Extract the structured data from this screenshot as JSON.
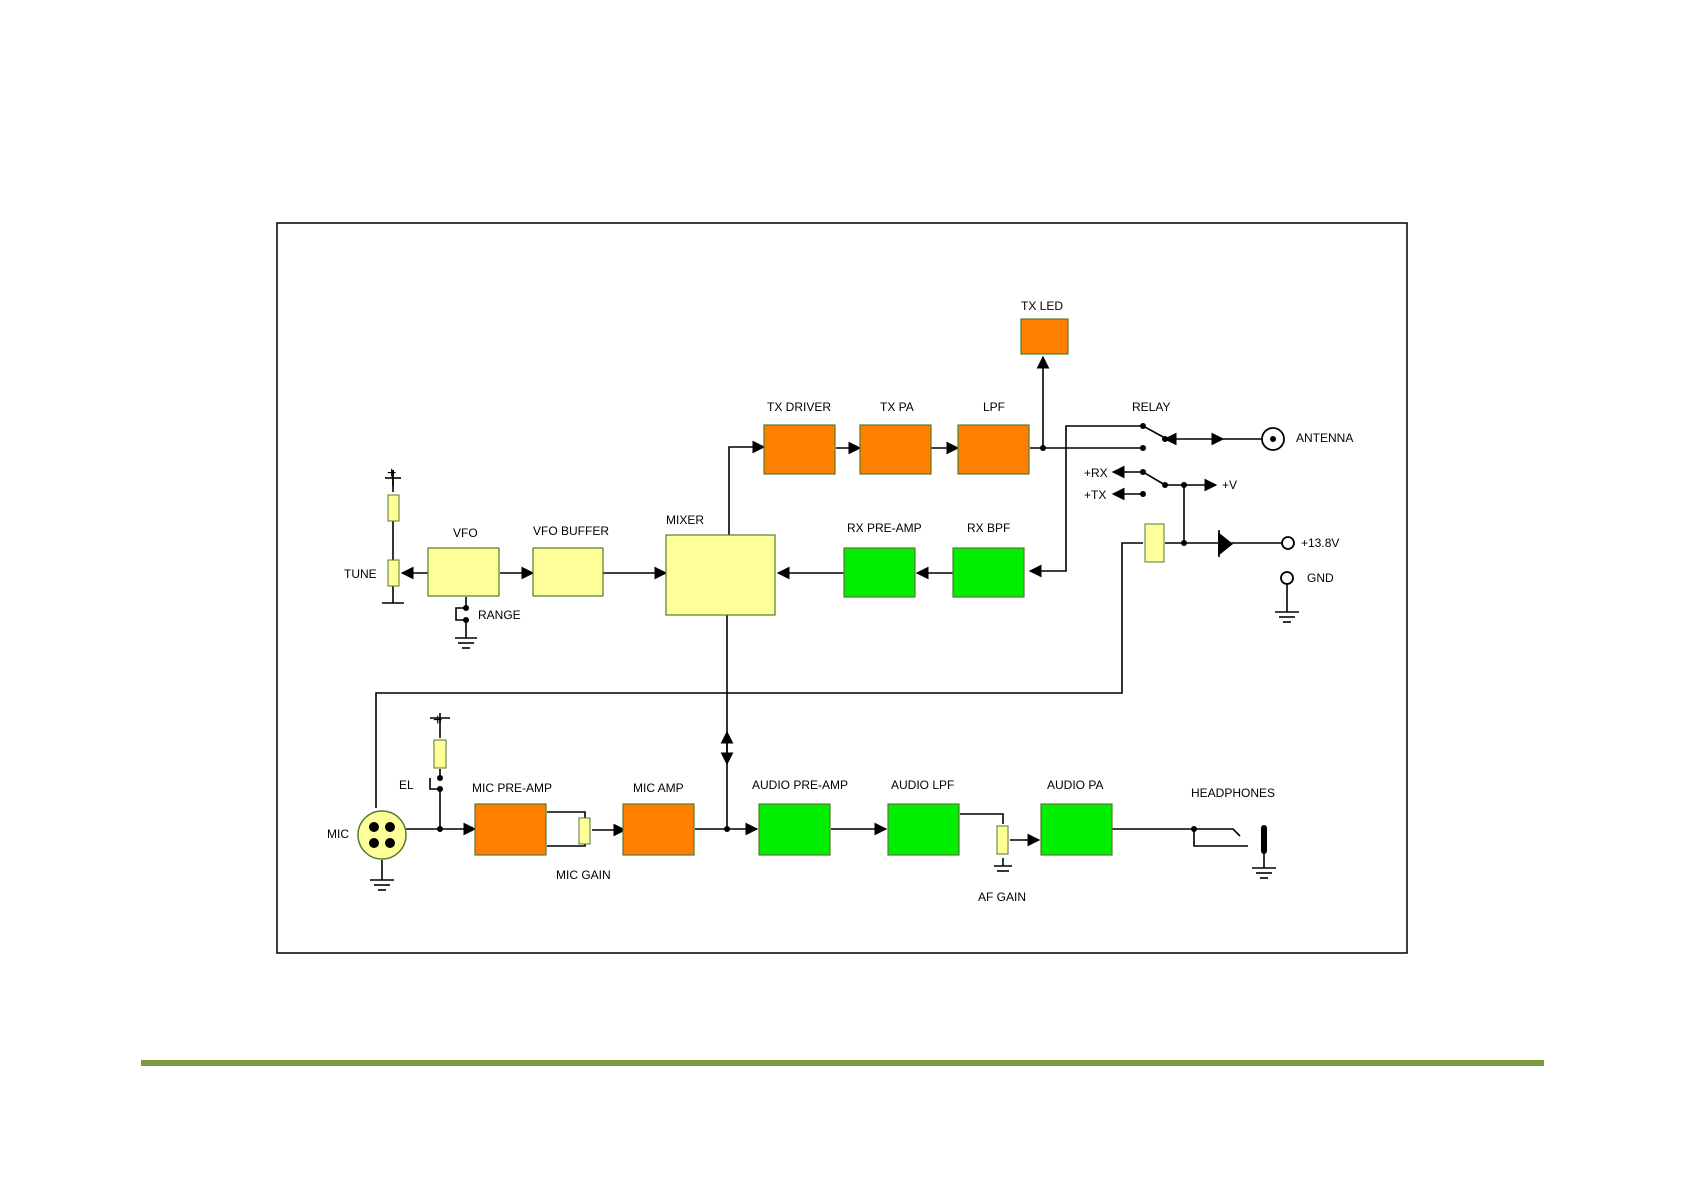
{
  "colors": {
    "tx_block": "#ff8000",
    "rx_block": "#00ee00",
    "common_block": "#ffff99",
    "block_stroke": "#557a2e",
    "footer_rule": "#7a9a3e",
    "frame": "#000000"
  },
  "diagram": {
    "blocks": [
      {
        "id": "vfo",
        "label": "VFO",
        "color": "common"
      },
      {
        "id": "vfo_buffer",
        "label": "VFO BUFFER",
        "color": "common"
      },
      {
        "id": "mixer",
        "label": "MIXER",
        "color": "common"
      },
      {
        "id": "tx_driver",
        "label": "TX DRIVER",
        "color": "tx"
      },
      {
        "id": "tx_pa",
        "label": "TX PA",
        "color": "tx"
      },
      {
        "id": "lpf",
        "label": "LPF",
        "color": "tx"
      },
      {
        "id": "tx_led",
        "label": "TX LED",
        "color": "tx"
      },
      {
        "id": "rx_preamp",
        "label": "RX PRE-AMP",
        "color": "rx"
      },
      {
        "id": "rx_bpf",
        "label": "RX BPF",
        "color": "rx"
      },
      {
        "id": "mic_preamp",
        "label": "MIC PRE-AMP",
        "color": "tx"
      },
      {
        "id": "mic_amp",
        "label": "MIC AMP",
        "color": "tx"
      },
      {
        "id": "audio_preamp",
        "label": "AUDIO PRE-AMP",
        "color": "rx"
      },
      {
        "id": "audio_lpf",
        "label": "AUDIO LPF",
        "color": "rx"
      },
      {
        "id": "audio_pa",
        "label": "AUDIO PA",
        "color": "rx"
      }
    ],
    "labels": {
      "relay": "RELAY",
      "antenna": "ANTENNA",
      "plus_rx": "+RX",
      "plus_tx": "+TX",
      "plus_v": "+V",
      "supply": "+13.8V",
      "gnd": "GND",
      "tune": "TUNE",
      "range": "RANGE",
      "el": "EL",
      "mic": "MIC",
      "mic_gain": "MIC GAIN",
      "af_gain": "AF GAIN",
      "headphones": "HEADPHONES",
      "plus_top": "+",
      "plus_mic": "+"
    },
    "connections": [
      {
        "from": "vfo",
        "to": "vfo_buffer"
      },
      {
        "from": "vfo_buffer",
        "to": "mixer"
      },
      {
        "from": "mixer",
        "to": "tx_driver"
      },
      {
        "from": "tx_driver",
        "to": "tx_pa"
      },
      {
        "from": "tx_pa",
        "to": "lpf"
      },
      {
        "from": "lpf",
        "to": "tx_led"
      },
      {
        "from": "lpf",
        "to": "relay"
      },
      {
        "from": "relay",
        "to": "antenna"
      },
      {
        "from": "relay",
        "to": "rx_bpf"
      },
      {
        "from": "rx_bpf",
        "to": "rx_preamp"
      },
      {
        "from": "rx_preamp",
        "to": "mixer"
      },
      {
        "from": "mixer",
        "to": "audio_preamp"
      },
      {
        "from": "mic_amp",
        "to": "mixer"
      },
      {
        "from": "mic",
        "to": "mic_preamp"
      },
      {
        "from": "mic_preamp",
        "to": "mic_amp"
      },
      {
        "from": "audio_preamp",
        "to": "audio_lpf"
      },
      {
        "from": "audio_lpf",
        "to": "audio_pa"
      },
      {
        "from": "audio_pa",
        "to": "headphones"
      }
    ]
  }
}
